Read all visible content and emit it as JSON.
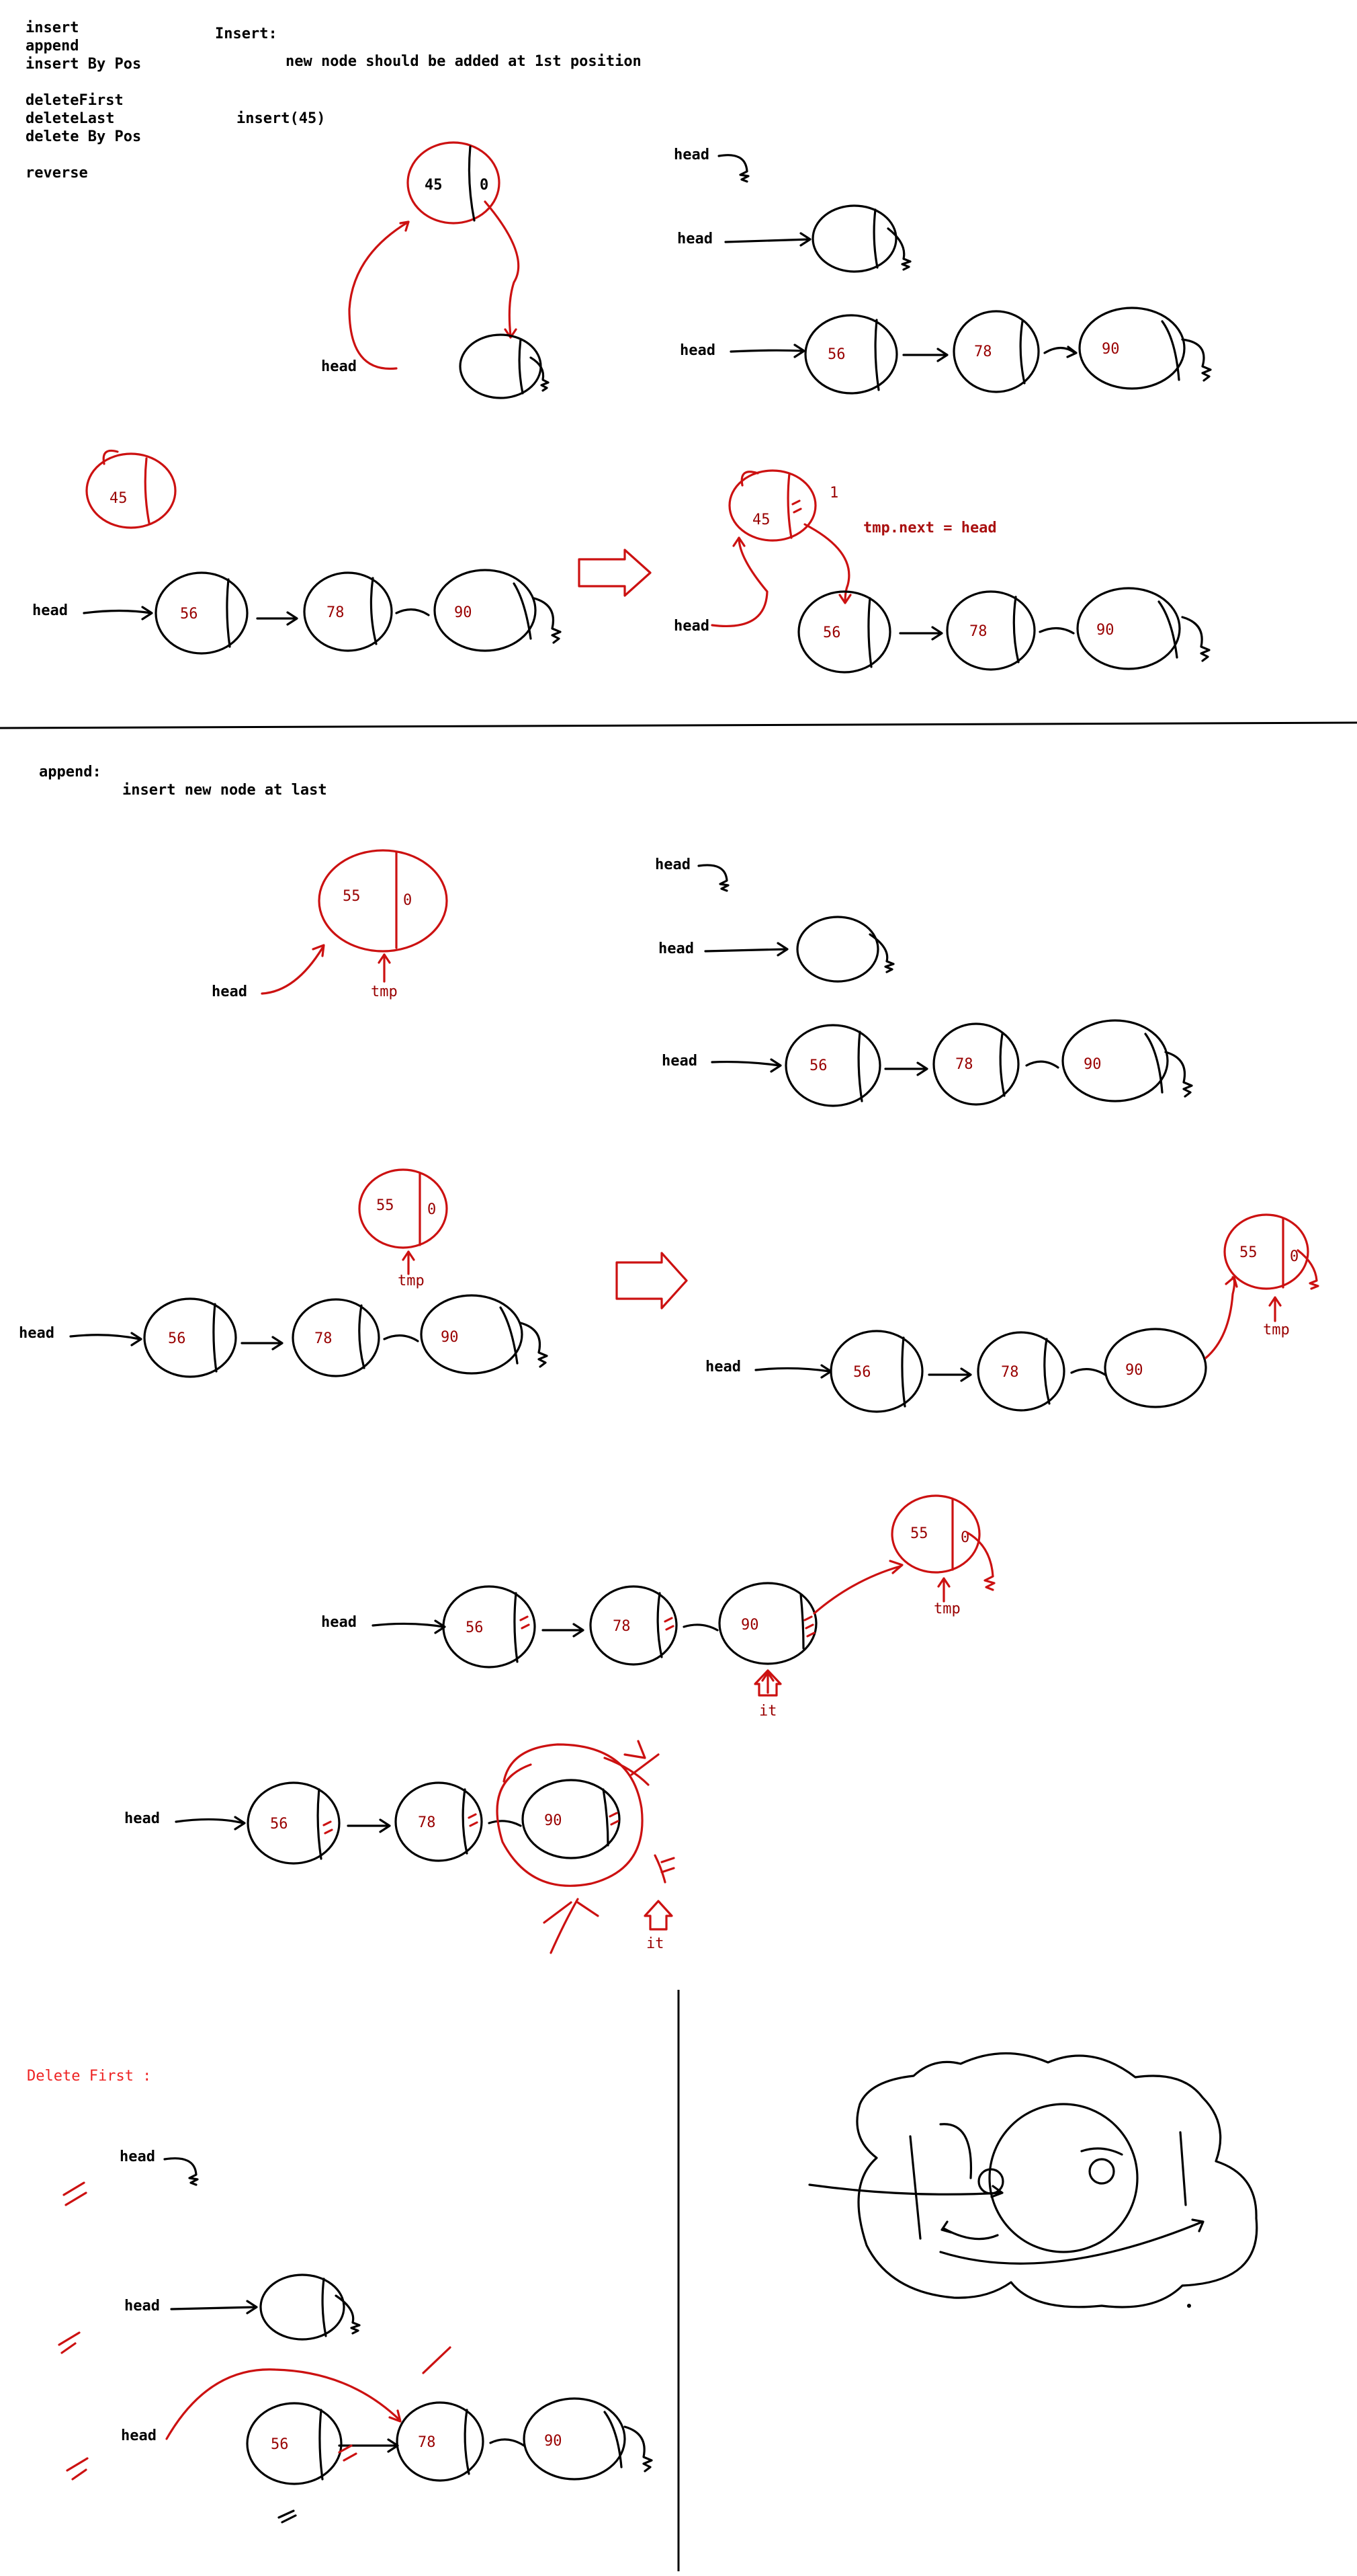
{
  "menu": [
    "insert",
    "append",
    "insert By Pos",
    "deleteFirst",
    "deleteLast",
    "delete By Pos",
    "reverse"
  ],
  "insert_section": {
    "title": "Insert:",
    "description": "new node should be added at 1st position",
    "call": "insert(45)",
    "new_value": "45",
    "null_mark": "0",
    "list_values": [
      "56",
      "78",
      "90"
    ],
    "step_number": "1",
    "assignment": "tmp.next = head"
  },
  "append_section": {
    "title": "append:",
    "description": "insert new node at last",
    "new_value": "55",
    "null_mark": "0",
    "tmp_label": "tmp",
    "it_label": "it",
    "list_values": [
      "56",
      "78",
      "90"
    ]
  },
  "delete_section": {
    "title": "Delete First :",
    "list_values": [
      "56",
      "78",
      "90"
    ]
  },
  "head_label": "head",
  "colors": {
    "ink": "#000000",
    "accent": "#cc1111",
    "value_text": "#990000"
  }
}
